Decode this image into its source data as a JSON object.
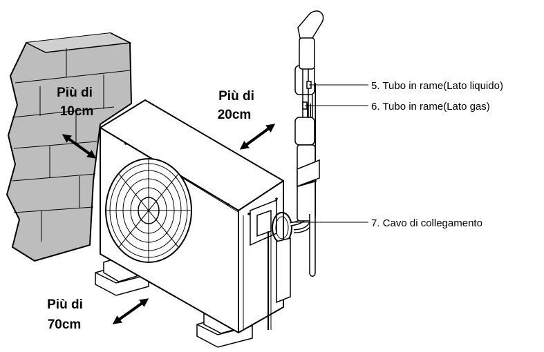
{
  "clearances": {
    "wall": {
      "line1": "Più di",
      "line2": "10cm"
    },
    "top": {
      "line1": "Più di",
      "line2": "20cm"
    },
    "front": {
      "line1": "Più di",
      "line2": "70cm"
    }
  },
  "callouts": {
    "liquid_pipe": "5. Tubo in rame(Lato liquido)",
    "gas_pipe": "6. Tubo in rame(Lato gas)",
    "cable": "7. Cavo di collegamento"
  },
  "colors": {
    "wall_fill": "#bdbdbd",
    "stroke": "#000000",
    "background": "#ffffff"
  }
}
